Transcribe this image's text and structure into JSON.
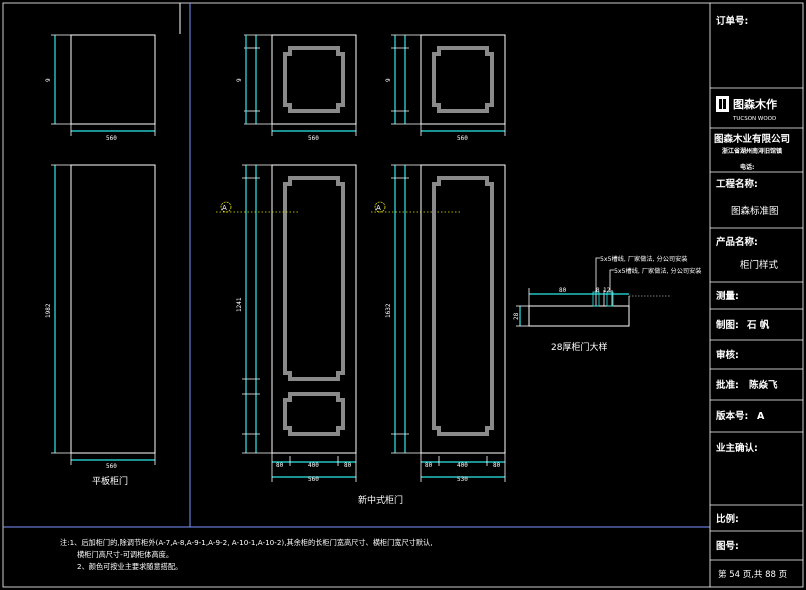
{
  "title_block": {
    "order_no_label": "订单号:",
    "logo_cn": "图森木作",
    "logo_en": "TUCSON WOOD",
    "company_name": "图森木业有限公司",
    "company_address": "浙江省湖州南浔旧馆镇",
    "company_phone": "电话:",
    "project_label": "工程名称:",
    "project_value": "图森标准图",
    "product_label": "产品名称:",
    "product_value": "柜门样式",
    "survey_label": "测量:",
    "drawn_label": "制图:",
    "drawn_value": "石  帆",
    "review_label": "审核:",
    "approve_label": "批准:",
    "approve_value": "陈焱飞",
    "version_label": "版本号:",
    "version_value": "A",
    "owner_label": "业主确认:",
    "scale_label": "比例:",
    "drawing_no_label": "图号:",
    "page_info": "第 54 页,共 88 页"
  },
  "drawing": {
    "flat_door_label": "平板柜门",
    "new_chinese_label": "新中式柜门",
    "detail_label": "28厚柜门大样",
    "section_marker": "A",
    "dims": {
      "width_560": "560",
      "width_530": "530",
      "height_small": "9",
      "height_flat": "1982",
      "rail_80": "80",
      "panel_400": "400",
      "height_new_1": "1241",
      "height_new_2": "1632",
      "detail_80": "80",
      "detail_8": "8",
      "detail_12": "12",
      "detail_28": "28"
    },
    "callout_1": "5x5槽线, 厂家做法, 分公司安装",
    "callout_2": "5x5槽线, 厂家做法, 分公司安装"
  },
  "notes": {
    "line1": "注:1、后加柜门的,除调节柜外(A-7,A-8,A-9-1,A-9-2, A-10-1,A-10-2),其余柜的长柜门宽高尺寸、横柜门宽尺寸默认,",
    "line2": "横柜门高尺寸-可调柜体高度。",
    "line3": "2、颜色可按业主要求随意搭配。"
  }
}
